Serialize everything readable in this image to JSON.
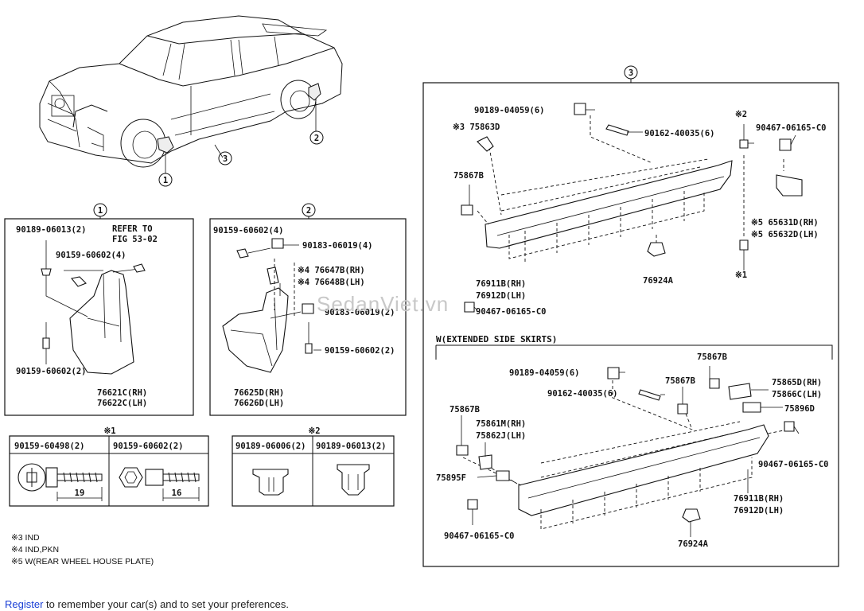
{
  "callouts": {
    "c1": "1",
    "c2": "2",
    "c3": "3"
  },
  "box1": {
    "title": "1",
    "parts": {
      "a": "90189-06013(2)",
      "b": "REFER TO",
      "c": "FIG 53-02",
      "d": "90159-60602(4)",
      "e": "90159-60602(2)",
      "f": "76621C(RH)",
      "g": "76622C(LH)"
    }
  },
  "box2": {
    "title": "2",
    "parts": {
      "a": "90159-60602(4)",
      "b": "90183-06019(4)",
      "c": "※4 76647B(RH)",
      "d": "※4 76648B(LH)",
      "e": "90183-06019(2)",
      "f": "90159-60602(2)",
      "g": "76625D(RH)",
      "h": "76626D(LH)"
    }
  },
  "box3": {
    "title": "3",
    "parts": {
      "a": "90189-04059(6)",
      "b": "※3 75863D",
      "c": "90162-40035(6)",
      "d": "※2",
      "e": "90467-06165-C0",
      "f": "75867B",
      "g": "※5 65631D(RH)",
      "h": "※5 65632D(LH)",
      "i": "76924A",
      "j": "※1",
      "k": "76911B(RH)",
      "l": "76912D(LH)",
      "m": "90467-06165-C0"
    },
    "ext_title": "W(EXTENDED SIDE SKIRTS)",
    "ext": {
      "a": "75867B",
      "b": "90189-04059(6)",
      "c": "90162-40035(6)",
      "d": "75867B",
      "e": "75865D(RH)",
      "f": "75866C(LH)",
      "g": "75896D",
      "h": "75867B",
      "i": "75861M(RH)",
      "j": "75862J(LH)",
      "k": "90467-06165-C0",
      "l": "75895F",
      "m": "76911B(RH)",
      "n": "76912D(LH)",
      "o": "90467-06165-C0",
      "p": "76924A"
    }
  },
  "legend1": {
    "mark": "※1",
    "cells": [
      {
        "label": "90159-60498(2)",
        "dim": "19"
      },
      {
        "label": "90159-60602(2)",
        "dim": "16"
      }
    ]
  },
  "legend2": {
    "mark": "※2",
    "cells": [
      {
        "label": "90189-06006(2)"
      },
      {
        "label": "90189-06013(2)"
      }
    ]
  },
  "notes": [
    "※3 IND",
    "※4 IND,PKN",
    "※5 W(REAR WHEEL HOUSE PLATE)"
  ],
  "watermark": "SedanViet.vn",
  "footer": {
    "link": "Register",
    "rest": " to remember your car(s) and to set your preferences."
  }
}
